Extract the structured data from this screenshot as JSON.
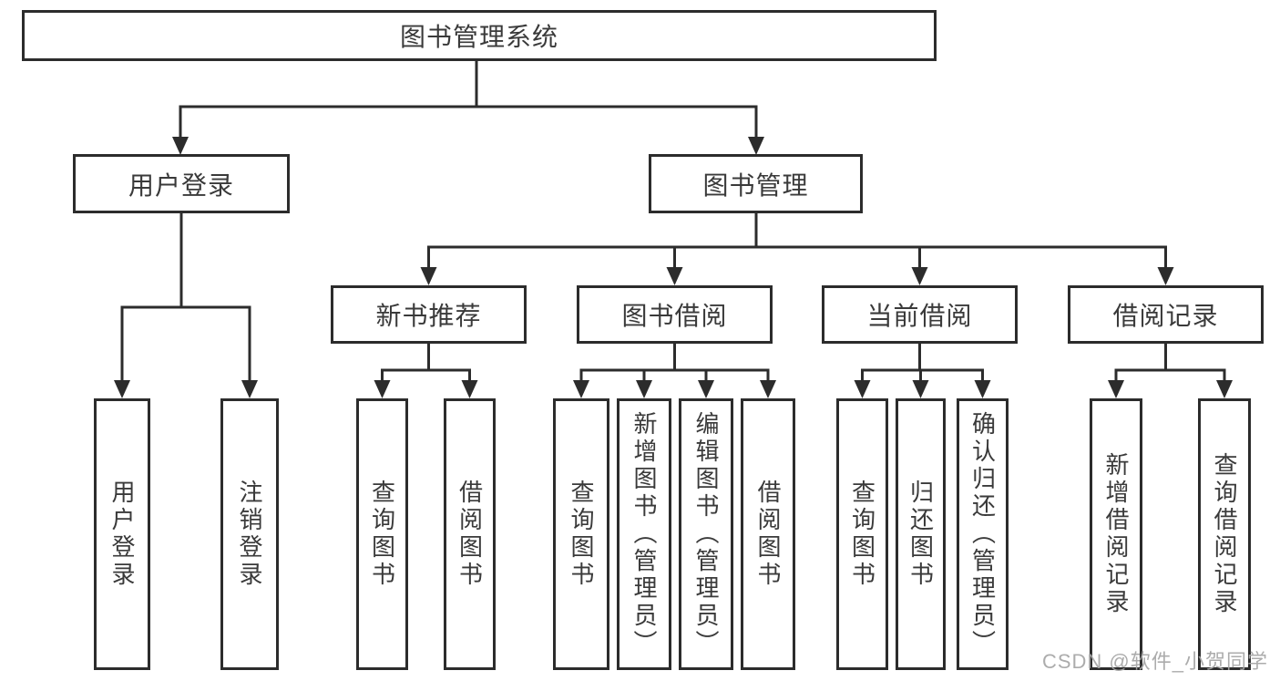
{
  "diagram": {
    "type": "hierarchy",
    "title": "图书管理系统",
    "colors": {
      "line": "#2c2c2c",
      "text": "#3a3a3a",
      "box_background": "#ffffff",
      "watermark": "#a6a6a6"
    },
    "nodes": {
      "root": {
        "label": "图书管理系统"
      },
      "user_login": {
        "label": "用户登录"
      },
      "book_mgmt": {
        "label": "图书管理"
      },
      "new_book_rec": {
        "label": "新书推荐"
      },
      "book_borrow": {
        "label": "图书借阅"
      },
      "current_borrow": {
        "label": "当前借阅"
      },
      "borrow_record": {
        "label": "借阅记录"
      },
      "login": {
        "label": "用户登录"
      },
      "logout": {
        "label": "注销登录"
      },
      "nbr_query": {
        "label": "查询图书"
      },
      "nbr_borrow": {
        "label": "借阅图书"
      },
      "bb_query": {
        "label": "查询图书"
      },
      "bb_add": {
        "label": "新增图书（管理员）"
      },
      "bb_edit": {
        "label": "编辑图书（管理员）"
      },
      "bb_borrow": {
        "label": "借阅图书"
      },
      "cb_query": {
        "label": "查询图书"
      },
      "cb_return": {
        "label": "归还图书"
      },
      "cb_confirm": {
        "label": "确认归还（管理员）"
      },
      "br_add": {
        "label": "新增借阅记录"
      },
      "br_query": {
        "label": "查询借阅记录"
      }
    },
    "edges": [
      {
        "from": "root",
        "to": [
          "user_login",
          "book_mgmt"
        ]
      },
      {
        "from": "user_login",
        "to": [
          "login",
          "logout"
        ]
      },
      {
        "from": "book_mgmt",
        "to": [
          "new_book_rec",
          "book_borrow",
          "current_borrow",
          "borrow_record"
        ]
      },
      {
        "from": "new_book_rec",
        "to": [
          "nbr_query",
          "nbr_borrow"
        ]
      },
      {
        "from": "book_borrow",
        "to": [
          "bb_query",
          "bb_add",
          "bb_edit",
          "bb_borrow"
        ]
      },
      {
        "from": "current_borrow",
        "to": [
          "cb_query",
          "cb_return",
          "cb_confirm"
        ]
      },
      {
        "from": "borrow_record",
        "to": [
          "br_add",
          "br_query"
        ]
      }
    ],
    "watermark": "CSDN @软件_小贺同学"
  }
}
